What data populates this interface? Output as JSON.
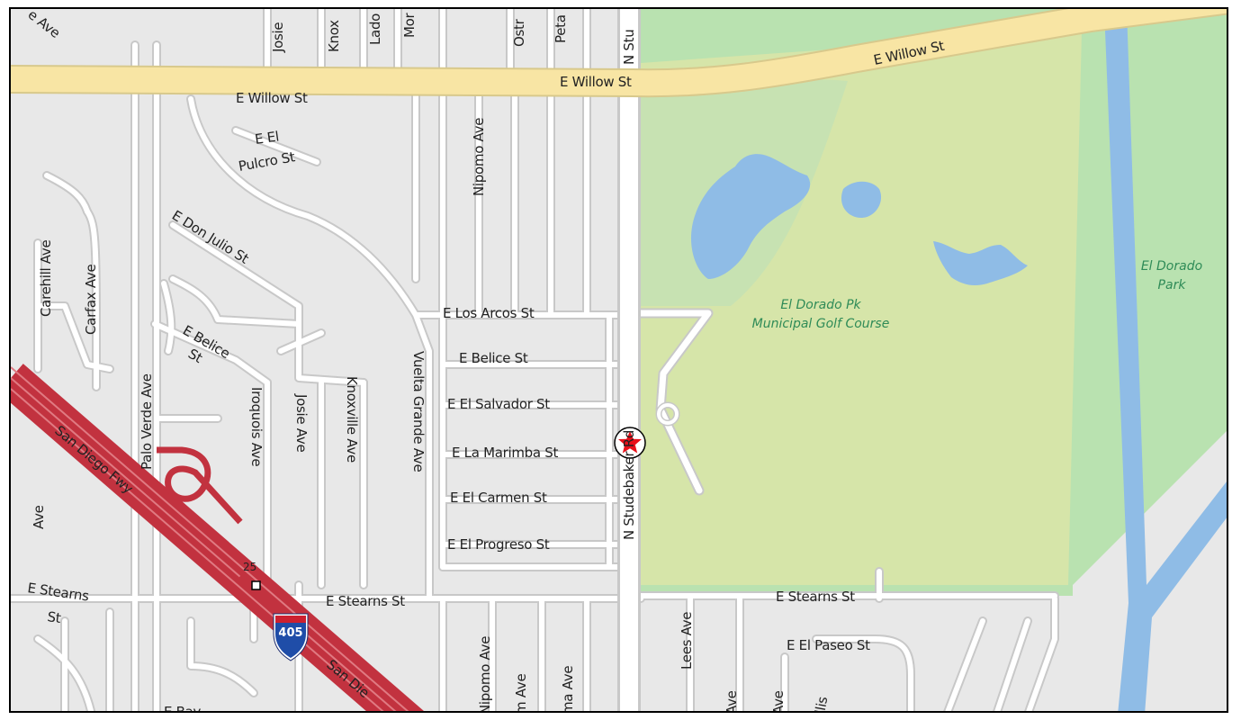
{
  "map": {
    "colors": {
      "land": "#e8e8e8",
      "road": "#ffffff",
      "road_casing": "#c8c8c8",
      "major_road": "#f8e5a4",
      "freeway": "#c2323f",
      "park": "#d6e5a9",
      "park_light": "#b9e2b0",
      "water": "#8fbce6",
      "marker": "#e8101a",
      "park_text": "#2e8b57"
    },
    "streets": {
      "willow_west": "E Willow St",
      "willow_east": "E Willow St",
      "el_pulcro": "E El Pulcro St",
      "don_julio": "E Don Julio St",
      "los_arcos": "E Los Arcos St",
      "belice": "E Belice St",
      "belice_west": "E Belice St",
      "el_salvador": "E El Salvador St",
      "la_marimba": "E La Marimba St",
      "el_carmen": "E El Carmen St",
      "el_progreso": "E El Progreso St",
      "stearns_center": "E Stearns St",
      "stearns_east": "E Stearns St",
      "stearns_west": "E Stearns St",
      "el_paseo": "E El Paseo St",
      "nipomo": "Nipomo Ave",
      "nipomo_south": "Nipomo Ave",
      "studebaker": "N Studebaker Rd",
      "studebaker_top": "N Stu",
      "vuelta_grande": "Vuelta Grande Ave",
      "knoxville": "Knoxville Ave",
      "josie": "Josie Ave",
      "iroquois": "Iroquois Ave",
      "palo_verde": "Palo Verde Ave",
      "carfax": "Carfax Ave",
      "carehill": "Carehill Ave",
      "lees": "Lees Ave",
      "freeway_north": "San Diego Fwy",
      "freeway_south": "San Die",
      "top_josie": "Josie",
      "top_knox": "Knox",
      "top_lado": "Lado",
      "top_mor": "Mor",
      "top_ostr": "Ostr",
      "top_peta": "Peta",
      "top_corner": "e Ave",
      "bottom_m": "m Ave",
      "bottom_ma": "ma Ave",
      "bottom_ave1": "Ave",
      "bottom_ave2": "Ave",
      "bottom_lis": "llis",
      "bottom_bay": "E Bay",
      "west_ave": "Ave"
    },
    "parks": {
      "golf_line1": "El Dorado Pk",
      "golf_line2": "Municipal Golf Course",
      "park_line1": "El Dorado",
      "park_line2": "Park"
    },
    "freeway_shield": "405",
    "exit_number": "25",
    "marker_icon": "star-location-marker"
  }
}
